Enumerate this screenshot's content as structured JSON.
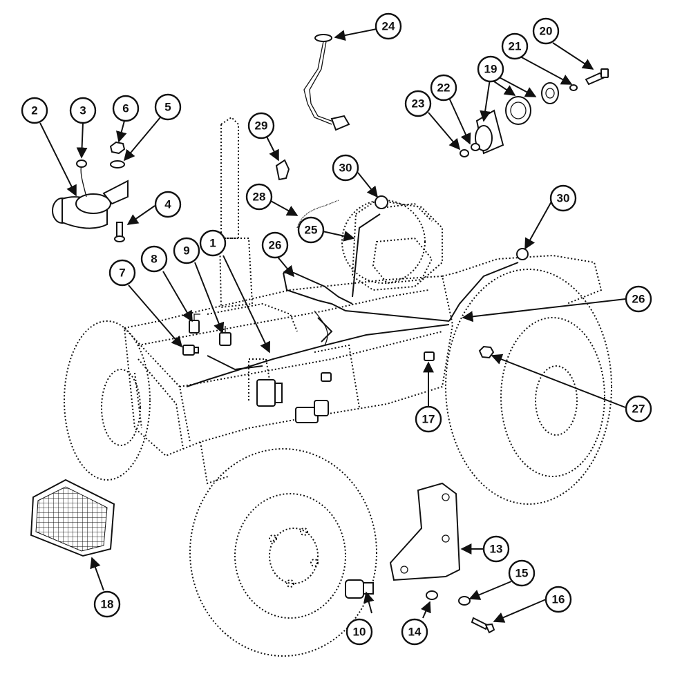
{
  "callouts": [
    {
      "label": "1"
    },
    {
      "label": "2"
    },
    {
      "label": "3"
    },
    {
      "label": "4"
    },
    {
      "label": "5"
    },
    {
      "label": "6"
    },
    {
      "label": "7"
    },
    {
      "label": "8"
    },
    {
      "label": "9"
    },
    {
      "label": "10"
    },
    {
      "label": "13"
    },
    {
      "label": "14"
    },
    {
      "label": "15"
    },
    {
      "label": "16"
    },
    {
      "label": "17"
    },
    {
      "label": "18"
    },
    {
      "label": "19"
    },
    {
      "label": "20"
    },
    {
      "label": "21"
    },
    {
      "label": "22"
    },
    {
      "label": "23"
    },
    {
      "label": "24"
    },
    {
      "label": "25"
    },
    {
      "label": "26"
    },
    {
      "label": "26"
    },
    {
      "label": "27"
    },
    {
      "label": "28"
    },
    {
      "label": "29"
    },
    {
      "label": "30"
    },
    {
      "label": "30"
    }
  ],
  "colors": {
    "ink": "#111111",
    "paper": "#ffffff"
  }
}
